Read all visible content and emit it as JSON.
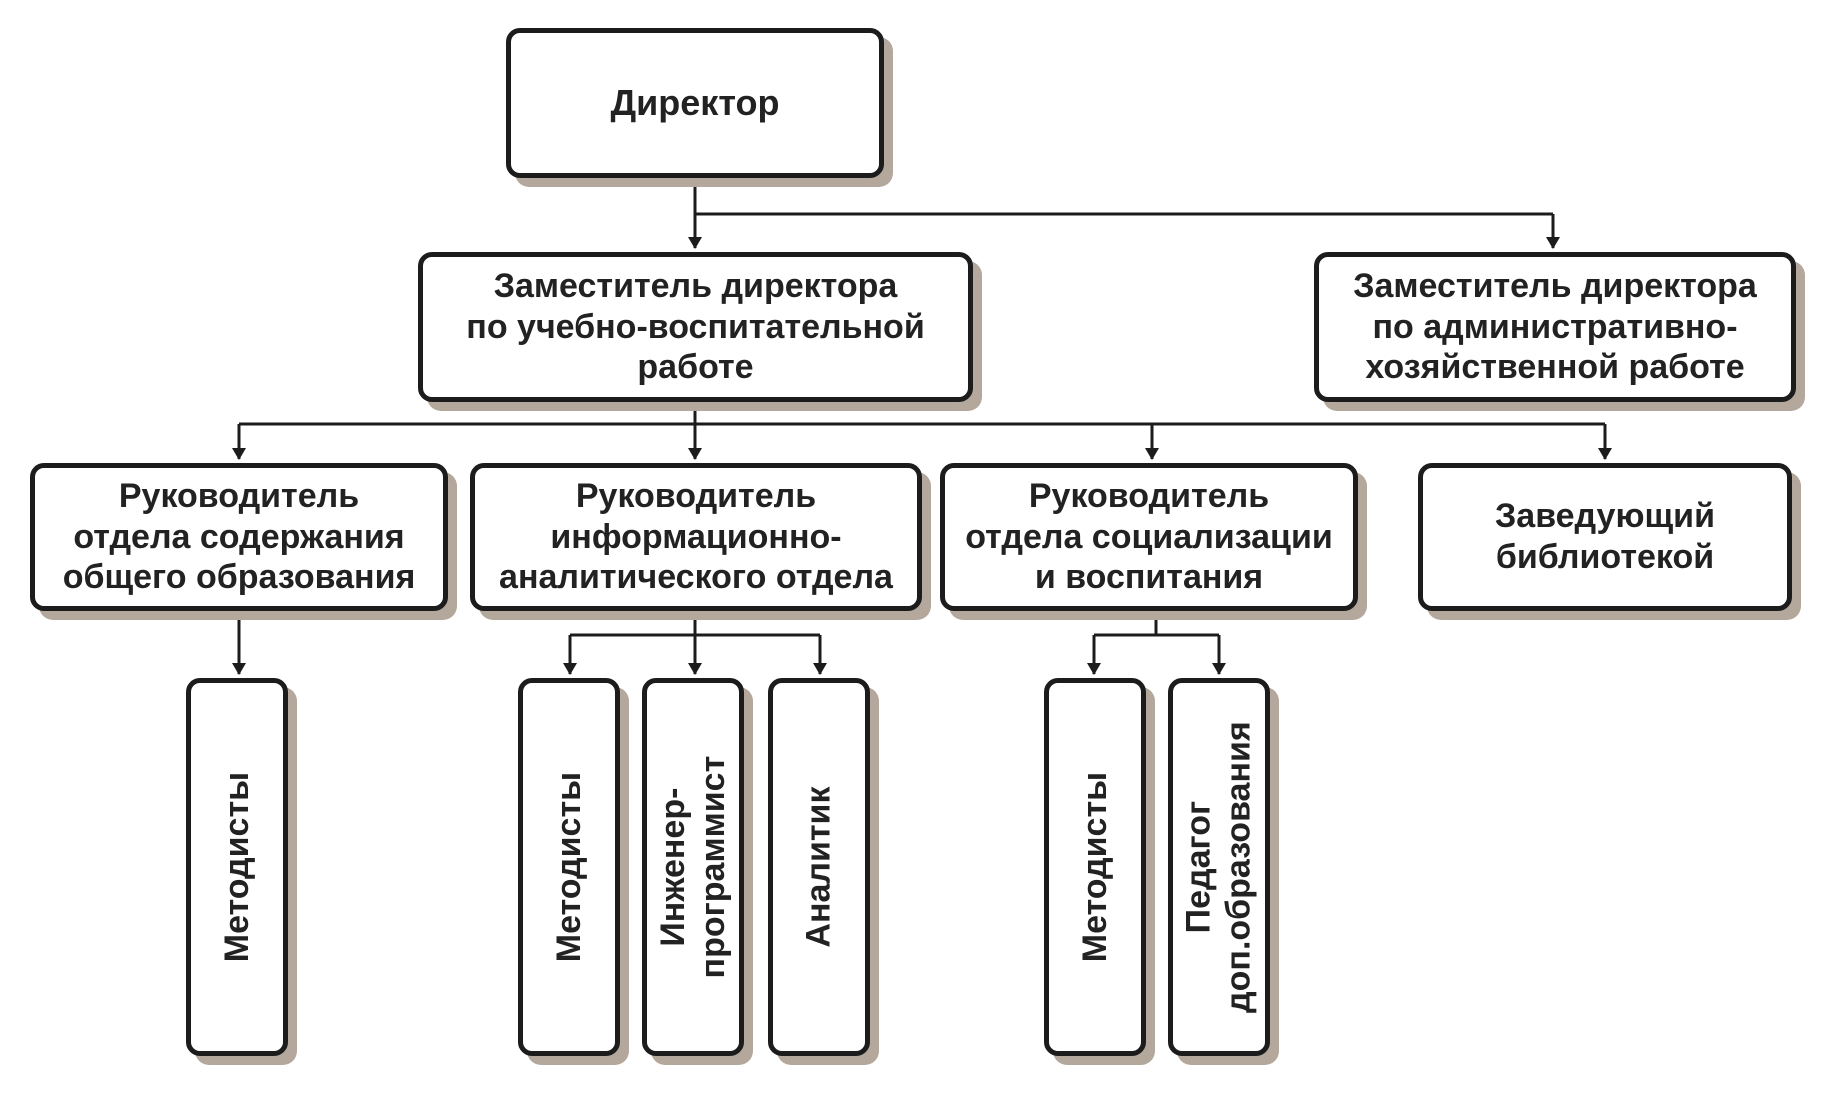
{
  "nodes": {
    "director": "Директор",
    "deputy_edu": "Заместитель директора\nпо учебно-воспитательной\nработе",
    "deputy_admin": "Заместитель директора\nпо административно-\nхозяйственной работе",
    "head_content": "Руководитель\nотдела содержания\nобщего образования",
    "head_info": "Руководитель\nинформационно-\nаналитического отдела",
    "head_social": "Руководитель\nотдела социализации\nи воспитания",
    "librarian": "Заведующий\nбиблиотекой",
    "methodists_1": "Методисты",
    "methodists_2": "Методисты",
    "engineer": "Инженер-\nпрограммист",
    "analyst": "Аналитик",
    "methodists_3": "Методисты",
    "teacher_add": "Педагог\nдоп.образования"
  },
  "colors": {
    "border": "#1c1c1c",
    "shadow": "#b4a89c",
    "text": "#222222",
    "connector": "#1c1c1c"
  }
}
